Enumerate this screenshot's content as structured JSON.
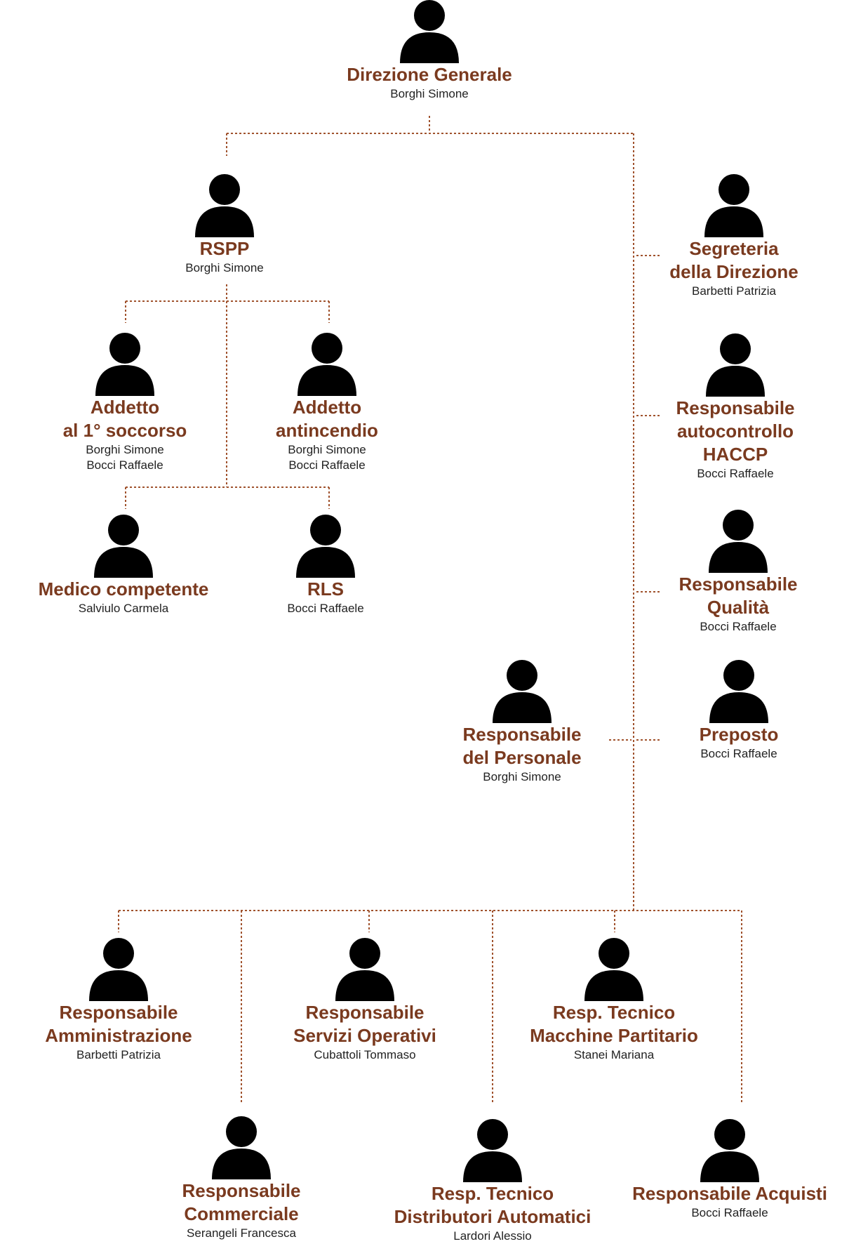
{
  "nodes": [
    {
      "id": "direzione-generale",
      "title": [
        "Direzione Generale"
      ],
      "people": [
        "Borghi Simone"
      ]
    },
    {
      "id": "rspp",
      "title": [
        "RSPP"
      ],
      "people": [
        "Borghi Simone"
      ]
    },
    {
      "id": "segreteria",
      "title": [
        "Segreteria",
        "della Direzione"
      ],
      "people": [
        "Barbetti Patrizia"
      ]
    },
    {
      "id": "addetto-soccorso",
      "title": [
        "Addetto",
        "al 1° soccorso"
      ],
      "people": [
        "Borghi Simone",
        "Bocci Raffaele"
      ]
    },
    {
      "id": "addetto-antincendio",
      "title": [
        "Addetto",
        "antincendio"
      ],
      "people": [
        "Borghi Simone",
        "Bocci Raffaele"
      ]
    },
    {
      "id": "haccp",
      "title": [
        "Responsabile",
        "autocontrollo",
        "HACCP"
      ],
      "people": [
        "Bocci Raffaele"
      ]
    },
    {
      "id": "medico",
      "title": [
        "Medico competente"
      ],
      "people": [
        "Salviulo Carmela"
      ]
    },
    {
      "id": "rls",
      "title": [
        "RLS"
      ],
      "people": [
        "Bocci Raffaele"
      ]
    },
    {
      "id": "qualita",
      "title": [
        "Responsabile",
        "Qualità"
      ],
      "people": [
        "Bocci Raffaele"
      ]
    },
    {
      "id": "personale",
      "title": [
        "Responsabile",
        "del Personale"
      ],
      "people": [
        "Borghi Simone"
      ]
    },
    {
      "id": "preposto",
      "title": [
        "Preposto"
      ],
      "people": [
        "Bocci Raffaele"
      ]
    },
    {
      "id": "amministrazione",
      "title": [
        "Responsabile",
        "Amministrazione"
      ],
      "people": [
        "Barbetti Patrizia"
      ]
    },
    {
      "id": "servizi-operativi",
      "title": [
        "Responsabile",
        "Servizi Operativi"
      ],
      "people": [
        "Cubattoli Tommaso"
      ]
    },
    {
      "id": "tecnico-macchine",
      "title": [
        "Resp. Tecnico",
        "Macchine Partitario"
      ],
      "people": [
        "Stanei Mariana"
      ]
    },
    {
      "id": "commerciale",
      "title": [
        "Responsabile",
        "Commerciale"
      ],
      "people": [
        "Serangeli Francesca"
      ]
    },
    {
      "id": "tecnico-distributori",
      "title": [
        "Resp. Tecnico",
        "Distributori Automatici"
      ],
      "people": [
        "Lardori Alessio"
      ]
    },
    {
      "id": "acquisti",
      "title": [
        "Responsabile Acquisti"
      ],
      "people": [
        "Bocci Raffaele"
      ]
    }
  ],
  "colors": {
    "title": "#7a3a1f",
    "connector": "#a0522d",
    "icon": "#000000"
  },
  "icon": "person-icon"
}
